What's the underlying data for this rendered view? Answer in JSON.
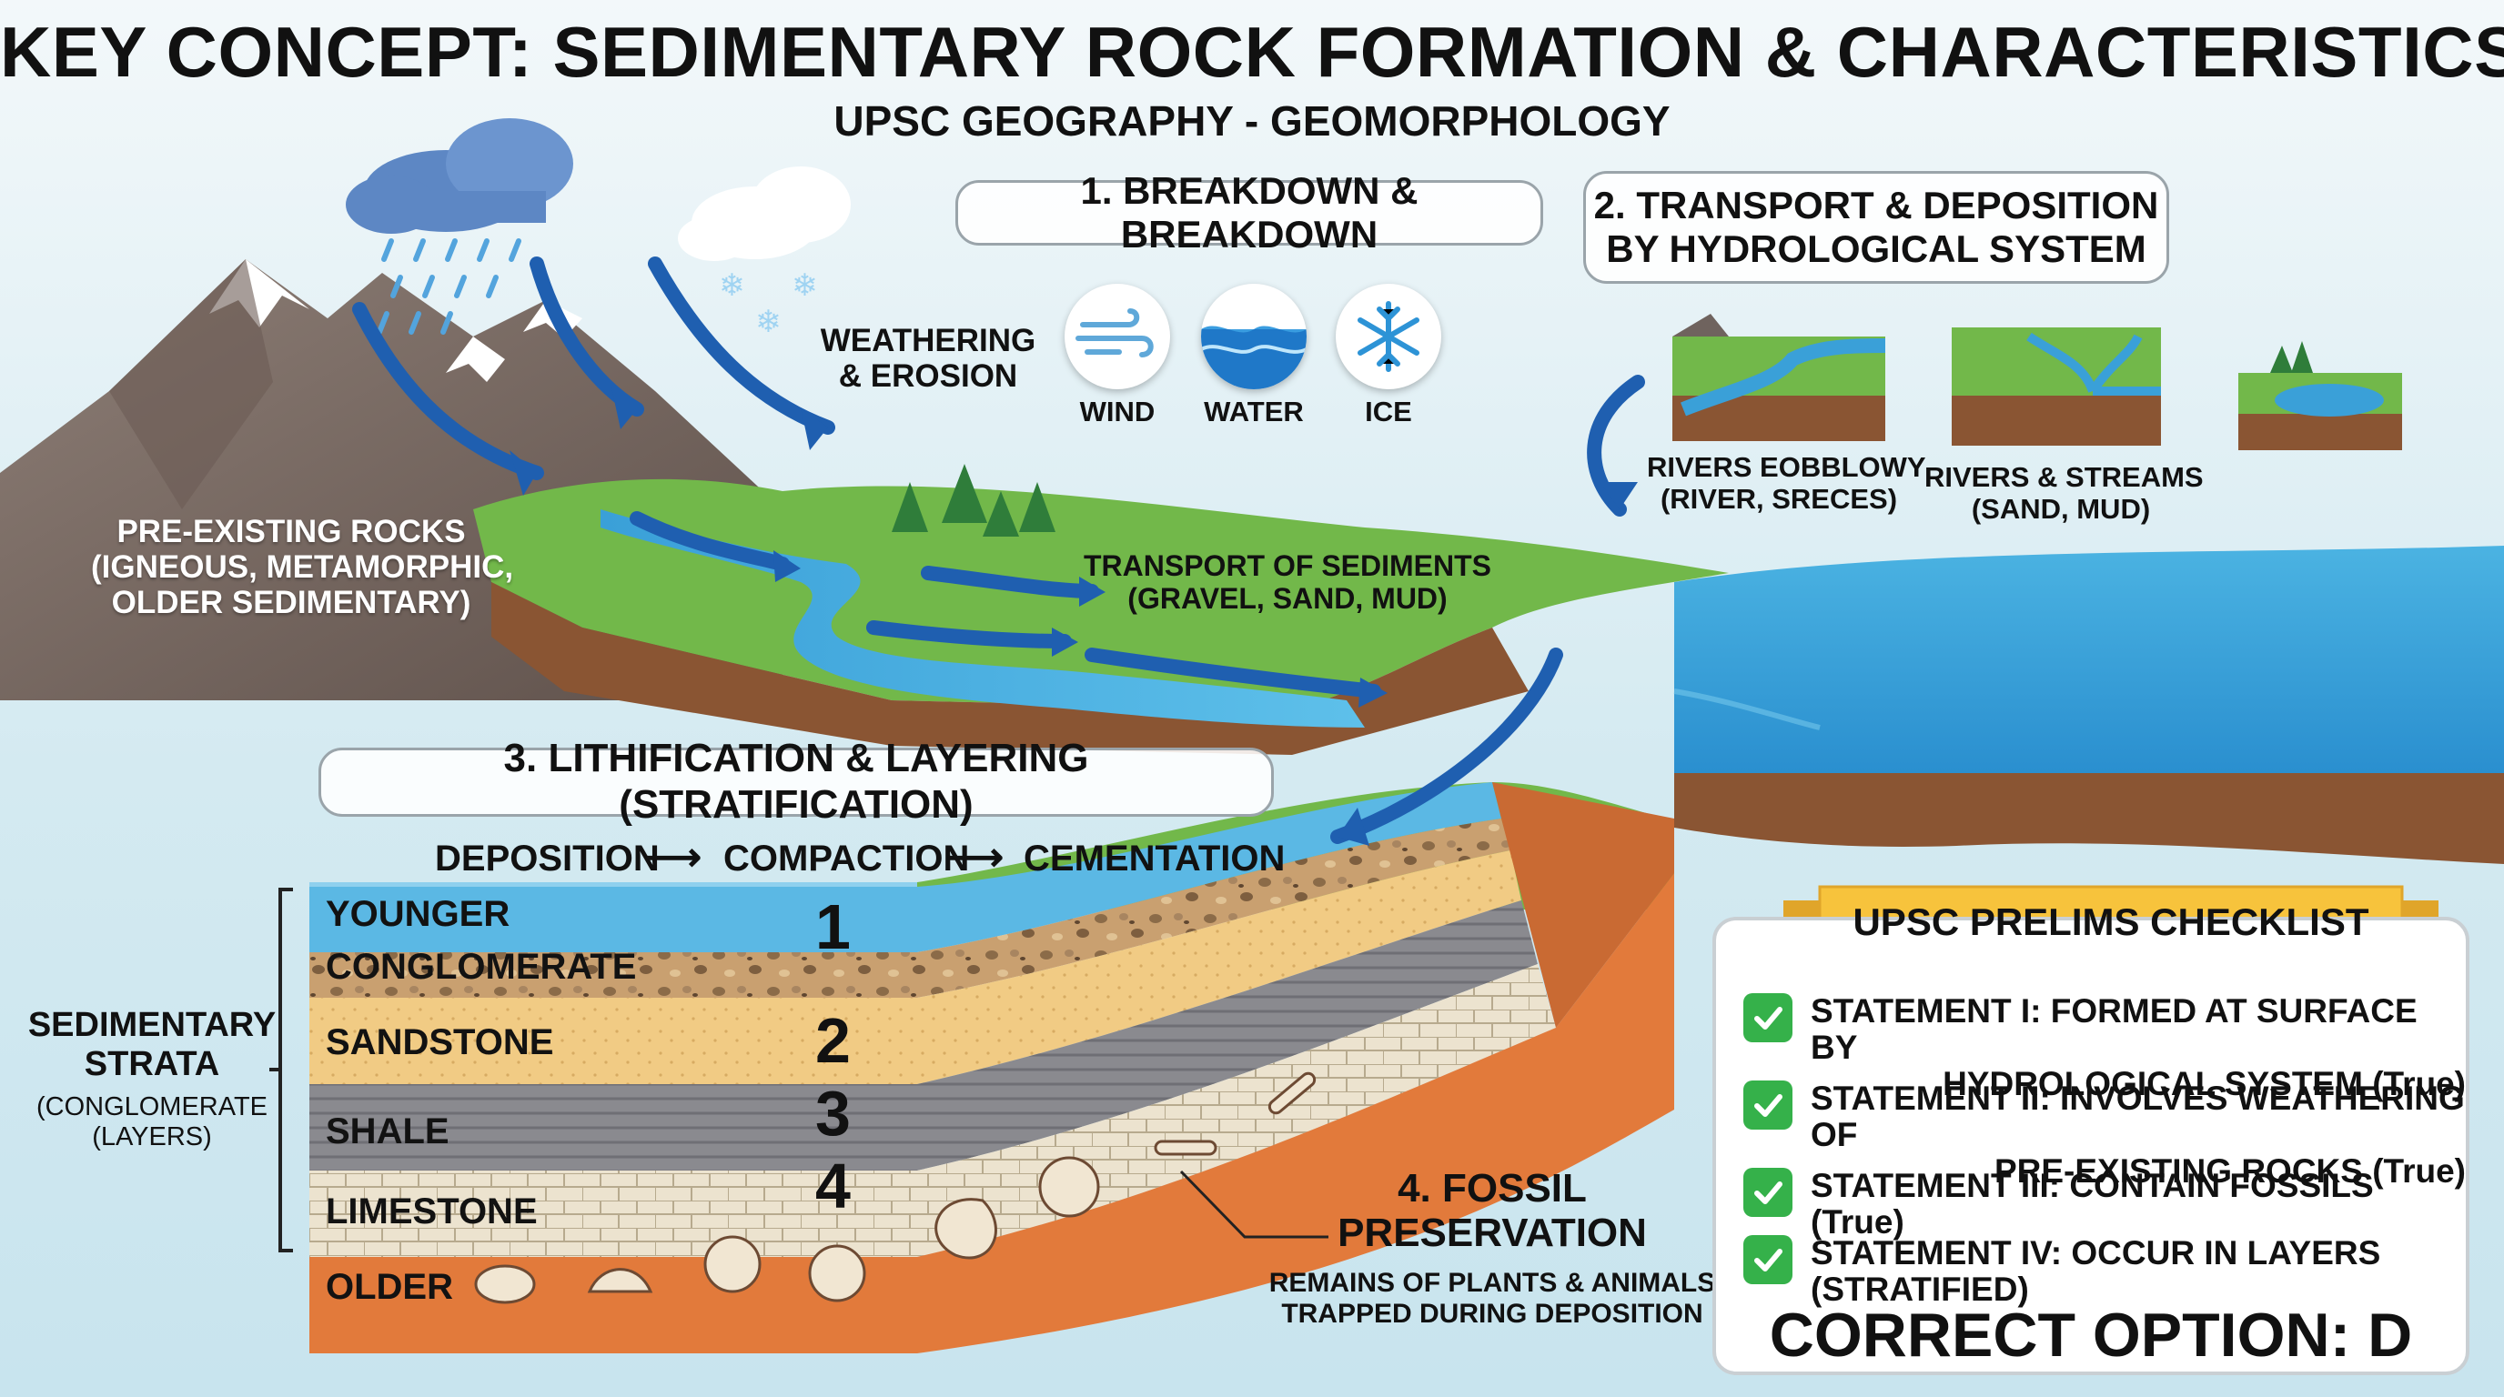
{
  "header": {
    "title": "KEY CONCEPT: SEDIMENTARY ROCK FORMATION & CHARACTERISTICS",
    "subtitle": "UPSC GEOGRAPHY - GEOMORPHOLOGY"
  },
  "stages": {
    "stage1": "1. BREAKDOWN & BREAKDOWN",
    "stage2_line1": "2. TRANSPORT & DEPOSITION",
    "stage2_line2": "BY HYDROLOGICAL SYSTEM",
    "stage3": "3. LITHIFICATION & LAYERING (STRATIFICATION)",
    "stage4_line1": "4. FOSSIL",
    "stage4_line2": "PRESERVATION"
  },
  "weathering": {
    "label_line1": "WEATHERING",
    "label_line2": "& EROSION",
    "agents": [
      "WIND",
      "WATER",
      "ICE"
    ]
  },
  "landscape": {
    "pre_existing_line1": "PRE-EXISTING ROCKS",
    "pre_existing_line2": "(IGNEOUS, METAMORPHIC,",
    "pre_existing_line3": "OLDER SEDIMENTARY)",
    "transport_line1": "TRANSPORT OF SEDIMENTS",
    "transport_line2": "(GRAVEL, SAND, MUD)"
  },
  "environments": [
    {
      "line1": "RIVERS EOBBLOWY",
      "line2": "(RIVER, SRECES)"
    },
    {
      "line1": "RIVERS & STREAMS",
      "line2": "(SAND, MUD)"
    }
  ],
  "process": {
    "deposition": "DEPOSITION",
    "compaction": "COMPACTION",
    "cementation": "CEMENTATION",
    "arrow": "⟶"
  },
  "strata": {
    "label_line1": "SEDIMENTARY",
    "label_line2": "STRATA",
    "label_line3": "(CONGLOMERATE",
    "label_line4": "(LAYERS)",
    "layers": [
      {
        "name": "YOUNGER",
        "num": "1"
      },
      {
        "name": "CONGLOMERATE",
        "num": ""
      },
      {
        "name": "SANDSTONE",
        "num": "2"
      },
      {
        "name": "SHALE",
        "num": "3"
      },
      {
        "name": "LIMESTONE",
        "num": "4"
      },
      {
        "name": "OLDER",
        "num": ""
      }
    ]
  },
  "fossil": {
    "desc_line1": "REMAINS OF PLANTS & ANIMALS",
    "desc_line2": "TRAPPED DURING DEPOSITION"
  },
  "checklist": {
    "title": "UPSC PRELIMS CHECKLIST",
    "items": [
      {
        "line1": "STATEMENT I: FORMED AT SURFACE BY",
        "line2": "HYDROLOGICAL SYSTEM (True)"
      },
      {
        "line1": "STATEMENT II: INVOLVES WEATHERING OF",
        "line2": "PRE-EXISTING ROCKS (True)"
      },
      {
        "line1": "STATEMENT III: CONTAIN FOSSILS (True)",
        "line2": ""
      },
      {
        "line1": "STATEMENT IV: OCCUR IN LAYERS (STRATIFIED)",
        "line2": ""
      }
    ],
    "answer": "CORRECT OPTION: D"
  },
  "colors": {
    "sky": "#cfe7f0",
    "water": "#3fa8dc",
    "grass": "#72b84a",
    "earth": "#8a5533",
    "mountain": "#7a6a63",
    "arrow": "#1f5fb0",
    "check": "#35b14a",
    "banner": "#f7c33c"
  }
}
